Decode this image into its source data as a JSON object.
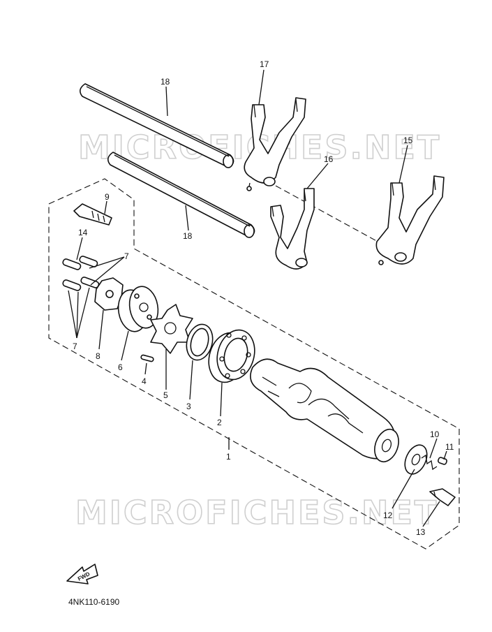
{
  "watermark": {
    "text": "MICROFICHES.NET"
  },
  "drawing_code": "4NK110-6190",
  "forward_arrow": {
    "label": "FWD"
  },
  "callouts": {
    "c1": "1",
    "c2": "2",
    "c3": "3",
    "c4": "4",
    "c5": "5",
    "c6": "6",
    "c7a": "7",
    "c7b": "7",
    "c8": "8",
    "c9": "9",
    "c10": "10",
    "c11": "11",
    "c12": "12",
    "c13": "13",
    "c14": "14",
    "c15": "15",
    "c16": "16",
    "c17": "17",
    "c18a": "18",
    "c18b": "18"
  },
  "colors": {
    "line": "#111111",
    "watermark": "#cfcfcf",
    "background": "#ffffff"
  }
}
